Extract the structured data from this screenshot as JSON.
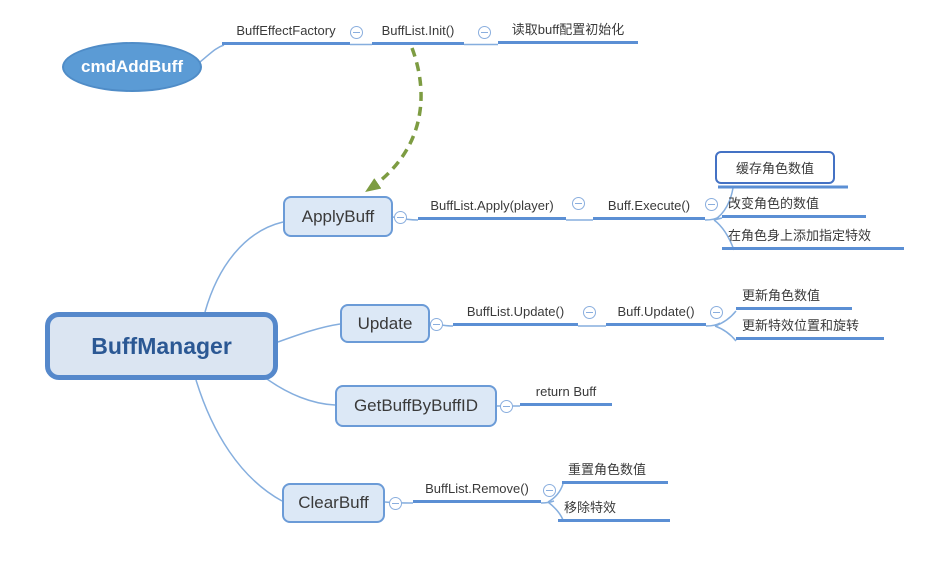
{
  "floating_topic": {
    "label": "cmdAddBuff"
  },
  "factory_chain": {
    "n1": "BuffEffectFactory",
    "n2": "BuffList.Init()",
    "n3": "读取buff配置初始化"
  },
  "root": {
    "label": "BuffManager"
  },
  "branches": {
    "apply": {
      "node": "ApplyBuff",
      "call1": "BuffList.Apply(player)",
      "call2": "Buff.Execute()",
      "leaves": [
        "缓存角色数值",
        "改变角色的数值",
        "在角色身上添加指定特效"
      ]
    },
    "update": {
      "node": "Update",
      "call1": "BuffList.Update()",
      "call2": "Buff.Update()",
      "leaves": [
        "更新角色数值",
        "更新特效位置和旋转"
      ]
    },
    "getbuff": {
      "node": "GetBuffByBuffID",
      "leaves": [
        "return Buff"
      ]
    },
    "clear": {
      "node": "ClearBuff",
      "call1": "BuffList.Remove()",
      "leaves": [
        "重置角色数值",
        "移除特效"
      ]
    }
  },
  "icons": {
    "collapse": "minus-circle"
  },
  "colors": {
    "underline_blue": "#5b8fd4",
    "connector_blue": "#85aede",
    "topic_fill": "#dce8f6",
    "topic_border": "#6b9bd7",
    "root_fill": "#dbe5f2",
    "root_border": "#5588cb",
    "root_text": "#2b5894",
    "ellipse_fill": "#5b9bd5",
    "highlight_border": "#4472c4",
    "arrow_green": "#7d9c42",
    "text": "#3a3a3a"
  }
}
